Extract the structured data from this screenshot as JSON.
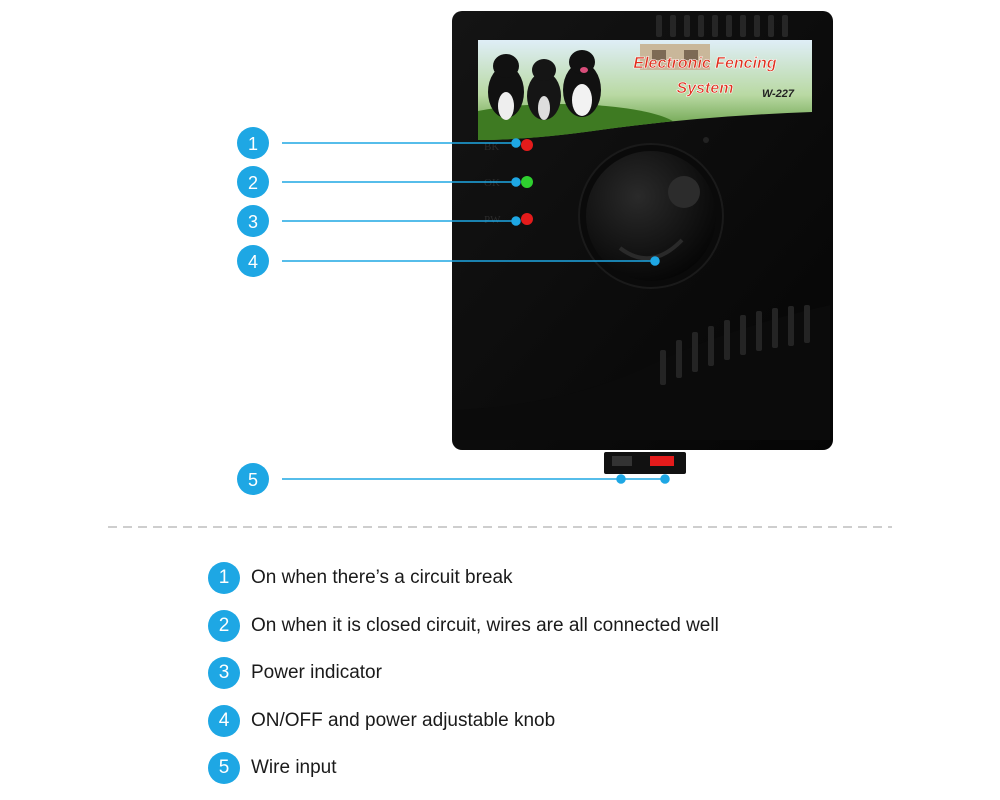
{
  "accent_color": "#1ea7e4",
  "product": {
    "banner_line1": "Electronic Fencing",
    "banner_line2": "System",
    "model": "W-227",
    "led_labels": [
      "BK",
      "OK",
      "PW"
    ]
  },
  "callouts": [
    "1",
    "2",
    "3",
    "4",
    "5"
  ],
  "legend": [
    {
      "number": "1",
      "text": "On when there’s a circuit break"
    },
    {
      "number": "2",
      "text": "On when it is closed circuit, wires are all connected well"
    },
    {
      "number": "3",
      "text": "Power indicator"
    },
    {
      "number": "4",
      "text": "ON/OFF and power adjustable knob"
    },
    {
      "number": "5",
      "text": "Wire input"
    }
  ]
}
